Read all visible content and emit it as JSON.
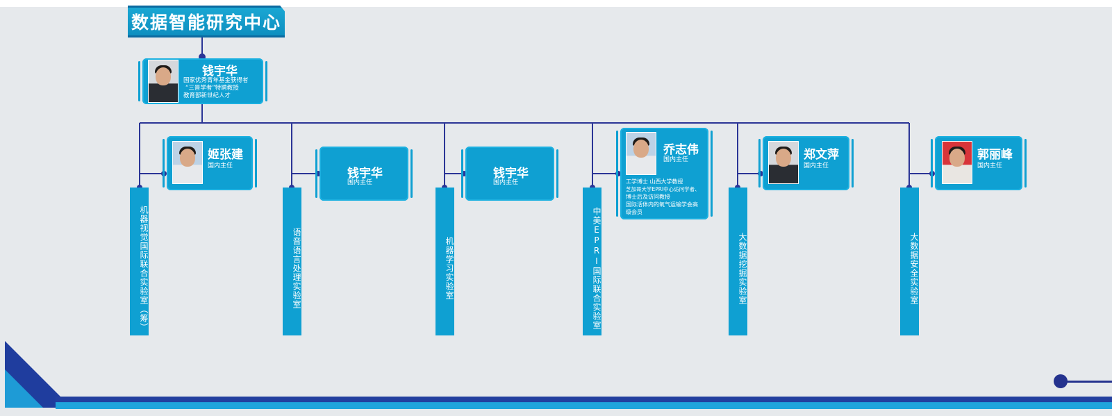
{
  "title": "数据智能研究中心",
  "director": {
    "name": "钱宇华",
    "titles": [
      "国家优秀青年基金获得者",
      "“三晋学者”特聘教授",
      "教育部新世纪人才"
    ]
  },
  "members": [
    {
      "name": "姬张建",
      "role": "国内主任"
    },
    {
      "name": "钱宇华",
      "role": "国内主任"
    },
    {
      "name": "钱宇华",
      "role": "国内主任"
    },
    {
      "name": "乔志伟",
      "role": "国内主任",
      "bio": [
        "工学博士  山西大学教授",
        "芝加哥大学EPRI中心访问学者、",
        "博士后及访问教授",
        "国际活体内的氧气运输学会高",
        "级会员"
      ]
    },
    {
      "name": "郑文萍",
      "role": "国内主任"
    },
    {
      "name": "郭丽峰",
      "role": "国内主任"
    }
  ],
  "labs": [
    "机器视觉国际联合实验室（筹）",
    "语音语言处理实验室",
    "机器学习实验室",
    "中美EPRI国际联合实验室",
    "大数据挖掘实验室",
    "大数据安全实验室"
  ],
  "colors": {
    "accent": "#0fa0d2",
    "connector": "#2b3596",
    "background": "#e6e9ec"
  }
}
